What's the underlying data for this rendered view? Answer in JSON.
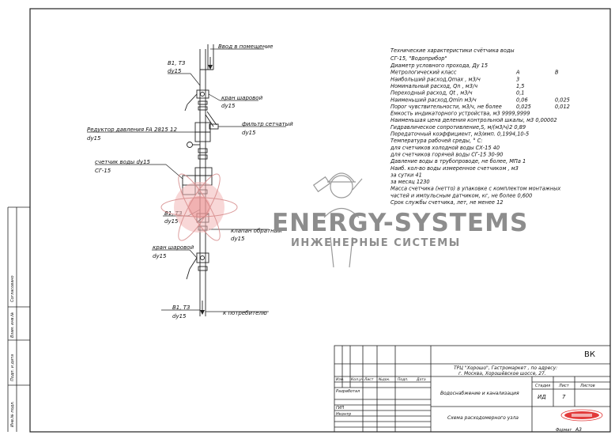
{
  "drawing": {
    "labels": {
      "inlet": "Ввод в помещение",
      "pipe_top_1": "В1, Т3",
      "pipe_top_2": "dy15",
      "ball_valve_top_1": "кран шаровой",
      "ball_valve_top_2": "dy15",
      "filter_1": "фильтр сетчатый",
      "filter_2": "dy15",
      "reducer_1": "Редуктор давления FA 2815 12",
      "reducer_2": "dy15",
      "meter_1": "счетчик воды dy15",
      "meter_2": "СГ-15",
      "pipe_mid_1": "В1, Т3",
      "pipe_mid_2": "dy15",
      "check_valve_1": "клапан обратный",
      "check_valve_2": "dy15",
      "ball_valve_bot_1": "кран шаровой",
      "ball_valve_bot_2": "dy15",
      "pipe_bot_1": "В1, Т3",
      "pipe_bot_2": "dy15",
      "consumer": "к потребителю"
    }
  },
  "specs": {
    "title": "Технические характеристики счётчика воды",
    "model": "СГ-15, \"Водоприбор\"",
    "lines": [
      {
        "t": "Диаметр условного прохода, Ду  15",
        "a": "",
        "b": ""
      },
      {
        "t": "Метрологический класс",
        "a": "А",
        "b": "В"
      },
      {
        "t": "Наибольший расход,Qmax , м3/ч",
        "a": "3",
        "b": ""
      },
      {
        "t": "Номинальный расход, Qn , м3/ч",
        "a": "1,5",
        "b": ""
      },
      {
        "t": "Переходный расход, Qt , м3/ч",
        "a": "0,1",
        "b": ""
      },
      {
        "t": "Наименьший расход,Qmin  м3/ч",
        "a": "0,06",
        "b": "0,025"
      },
      {
        "t": "Порог чувствительности, м3/ч, не более",
        "a": "0,025",
        "b": "0,012"
      },
      {
        "t": "Емкость индикаторного устройства, м3       9999,9999",
        "a": "",
        "b": ""
      },
      {
        "t": "Наименьшая  цена деления контрольной шкалы, м3  0,00002",
        "a": "",
        "b": ""
      },
      {
        "t": "Гидравлическое сопротивление,S, м/(м3/ч)2        0,89",
        "a": "",
        "b": ""
      },
      {
        "t": "Передаточный коэффициент, м3/имп.             0,1994,10-5",
        "a": "",
        "b": ""
      },
      {
        "t": "Температура рабочей среды, ° С:",
        "a": "",
        "b": ""
      },
      {
        "t": "для счетчиков холодной воды СХ-15               40",
        "a": "",
        "b": ""
      },
      {
        "t": "для счетчиков горячей воды СГ-15                  30-90",
        "a": "",
        "b": ""
      },
      {
        "t": "Давление воды в трубопроводе, не более, МПа    1",
        "a": "",
        "b": ""
      },
      {
        "t": "Наиб. кол-во воды измеренное счетчиком , м3",
        "a": "",
        "b": ""
      },
      {
        "t": "за сутки          41",
        "a": "",
        "b": ""
      },
      {
        "t": "за месяц        1230",
        "a": "",
        "b": ""
      },
      {
        "t": "Масса счетчика (нетто) в упаковке  с комплектом монтажных",
        "a": "",
        "b": ""
      },
      {
        "t": "частей и импульсным датчиком, кг, не более                       0,600",
        "a": "",
        "b": ""
      },
      {
        "t": "Срок службы счетчика, лет, не менее   12",
        "a": "",
        "b": ""
      }
    ]
  },
  "watermark": {
    "brand": "ENERGY-SYSTEMS",
    "tagline": "ИНЖЕНЕРНЫЕ СИСТЕМЫ"
  },
  "title_block": {
    "code": "ВК",
    "address_line1": "ТРЦ \"Хорошо\", Гастромаркет         , по адресу:",
    "address_line2": "г. Москва, Хорошёвское шоссе, 27.",
    "header_cols": [
      "Изм.",
      "Кол.уч.",
      "Лист",
      "№док.",
      "Подп.",
      "Дата"
    ],
    "roles": [
      "Разработал",
      "ГИП",
      "Нконтр"
    ],
    "section": "Водоснабжение и канализация",
    "sheet_title": "Схема расходомерного узла",
    "stage_label": "Стадия",
    "sheet_label": "Лист",
    "sheets_label": "Листов",
    "stage": "ИД",
    "sheet": "7",
    "sheets": "",
    "format_label": "Формат",
    "format": "А3"
  },
  "side_stamp": {
    "labels": [
      "Согласовано",
      "Взам. инв.№",
      "Подп. и дата",
      "Инв.№ подл."
    ]
  }
}
